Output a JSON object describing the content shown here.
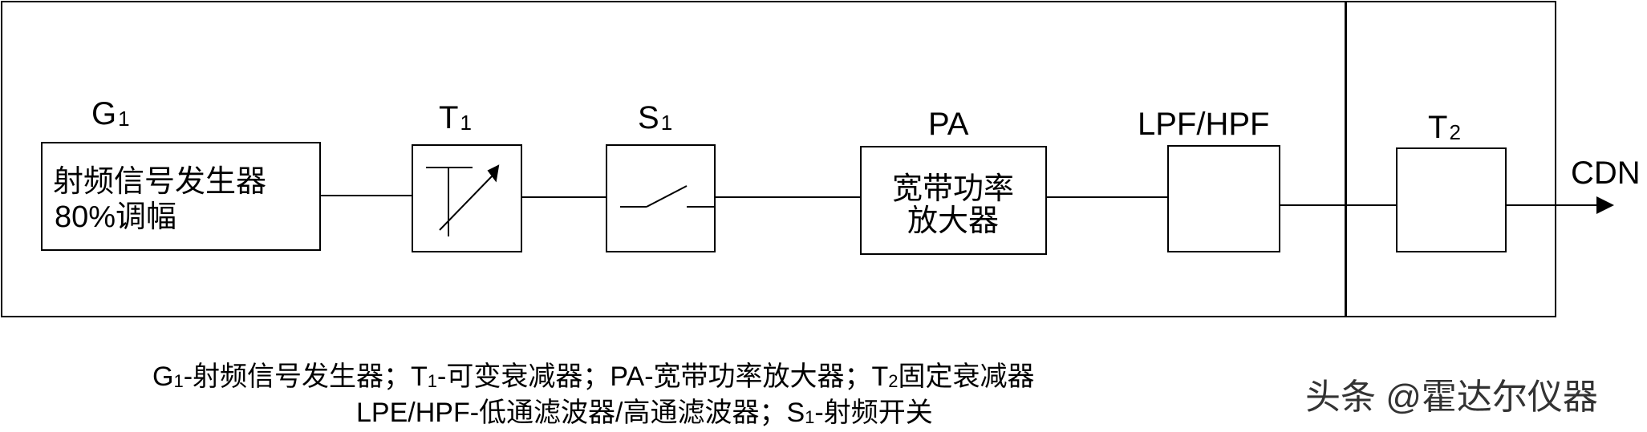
{
  "blocks": {
    "g1": {
      "label": "G",
      "sub": "1",
      "line1": "射频信号发生器",
      "line2": "80%调幅"
    },
    "t1": {
      "label": "T",
      "sub": "1"
    },
    "s1": {
      "label": "S",
      "sub": "1"
    },
    "pa": {
      "label": "PA",
      "line1": "宽带功率",
      "line2": "放大器"
    },
    "lpf": {
      "label": "LPF/HPF"
    },
    "t2": {
      "label": "T",
      "sub": "2"
    },
    "cdn": {
      "label": "CDN"
    }
  },
  "caption": {
    "l1_g": "G",
    "l1_g_sub": "1",
    "l1_a": "-射频信号发生器；T",
    "l1_t1_sub": "1",
    "l1_b": "-可变衰减器；PA-宽带功率放大器；T",
    "l1_t2_sub": "2",
    "l1_c": "固定衰减器",
    "l2_a": "LPE/HPF-低通滤波器/高通滤波器；S",
    "l2_s1_sub": "1",
    "l2_b": "-射频开关"
  },
  "watermark": {
    "text": "头条 @霍达尔仪器"
  }
}
